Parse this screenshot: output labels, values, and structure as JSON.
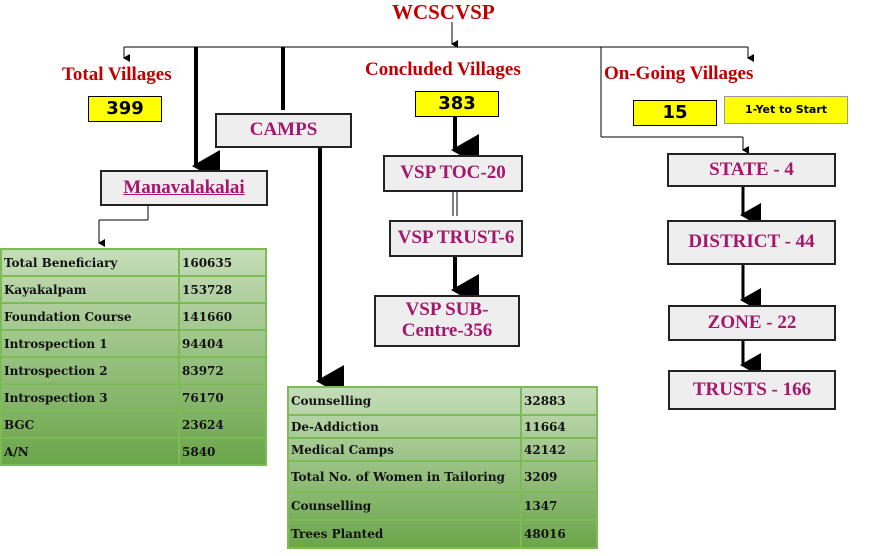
{
  "title": "WCSCVSP",
  "total": {
    "label": "Total Villages",
    "value": "399"
  },
  "camps": {
    "label": "CAMPS"
  },
  "manavalakalai": {
    "label": "Manavalakalai"
  },
  "concluded": {
    "label": "Concluded Villages",
    "value": "383",
    "boxes": [
      "VSP TOC-20",
      "VSP TRUST-6",
      "VSP SUB-Centre-356"
    ]
  },
  "ongoing": {
    "label": "On-Going Villages",
    "value": "15",
    "note": "1-Yet to Start",
    "boxes": [
      "STATE - 4",
      "DISTRICT - 44",
      "ZONE - 22",
      "TRUSTS - 166"
    ]
  },
  "table1": [
    [
      "Total Beneficiary",
      "160635"
    ],
    [
      "Kayakalpam",
      "153728"
    ],
    [
      "Foundation Course",
      "141660"
    ],
    [
      "Introspection 1",
      "94404"
    ],
    [
      "Introspection 2",
      "83972"
    ],
    [
      "Introspection 3",
      "76170"
    ],
    [
      "BGC",
      "23624"
    ],
    [
      "A/N",
      "5840"
    ]
  ],
  "table2": [
    [
      "Counselling",
      "32883"
    ],
    [
      "De-Addiction",
      "11664"
    ],
    [
      "Medical Camps",
      "42142"
    ],
    [
      "Total No. of Women in Tailoring",
      "3209"
    ],
    [
      "Counselling",
      "1347"
    ],
    [
      "Trees Planted",
      "48016"
    ]
  ]
}
